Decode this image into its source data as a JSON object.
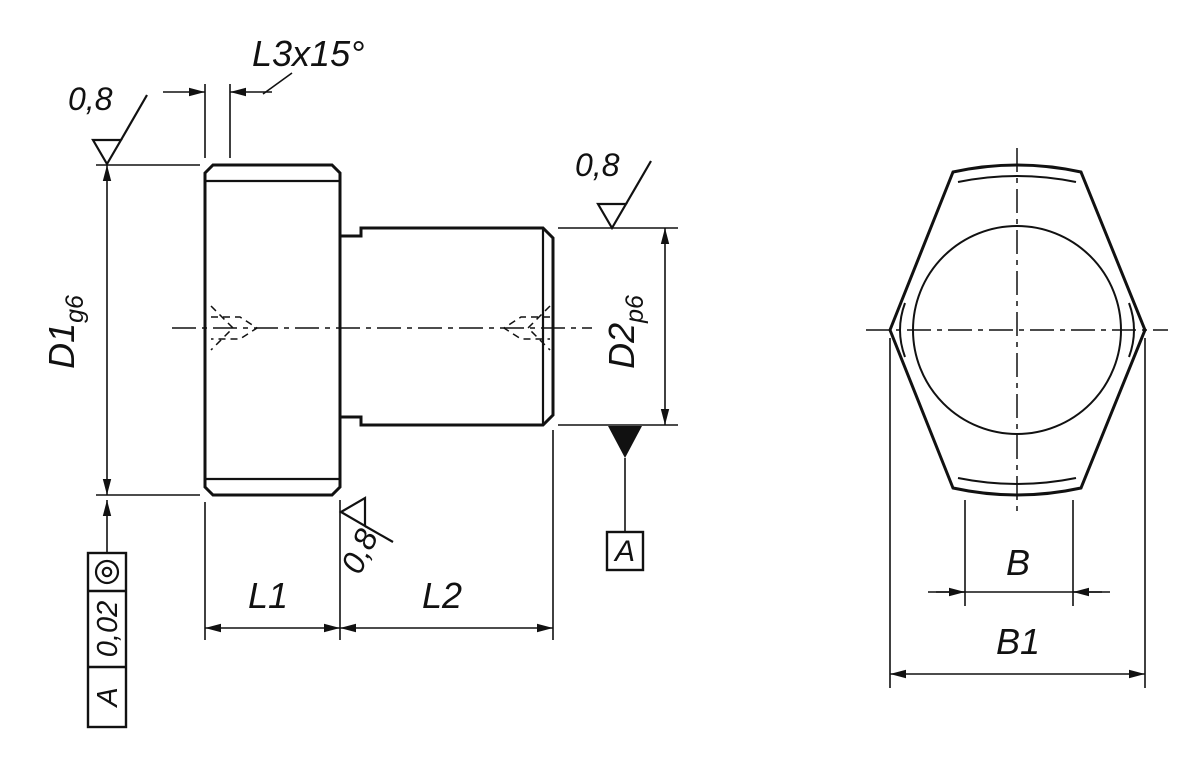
{
  "colors": {
    "part_fill": "#d2d2d2",
    "line": "#111111",
    "background": "#ffffff"
  },
  "side": {
    "roughness_head": "0,8",
    "roughness_shaft_top": "0,8",
    "roughness_shaft_bottom": "0,8",
    "chamfer_label": "L3x15°",
    "d1": {
      "label": "D1",
      "tol": "g6"
    },
    "d2": {
      "label": "D2",
      "tol": "p6"
    },
    "l1": "L1",
    "l2": "L2",
    "datum_letter": "A",
    "fcf": {
      "symbol": "concentricity",
      "value": "0,02",
      "datum": "A"
    }
  },
  "front": {
    "b": "B",
    "b1": "B1"
  }
}
